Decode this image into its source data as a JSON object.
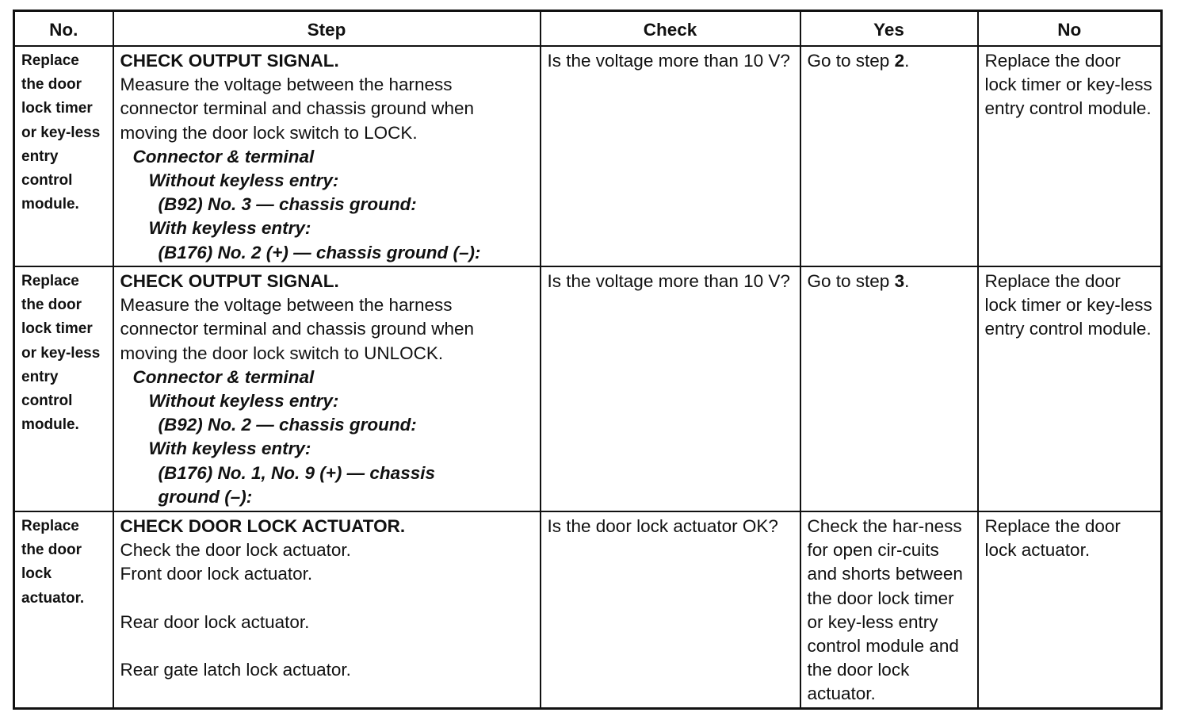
{
  "headers": [
    "No.",
    "Step",
    "Check",
    "Yes",
    "No"
  ],
  "rows": [
    {
      "no": "Replace the door lock timer or key-less entry control module.",
      "step_title": "CHECK OUTPUT SIGNAL.",
      "step_lines": [
        "Measure the voltage between the harness",
        "connector terminal and chassis ground when",
        "moving the door lock switch to LOCK."
      ],
      "conn_label": "Connector & terminal",
      "without_label": "Without keyless entry:",
      "without_value": "(B92) No. 3 — chassis ground:",
      "with_label": "With keyless entry:",
      "with_value_lines": [
        "(B176) No. 2 (+) — chassis ground (–):"
      ],
      "check": "Is the voltage more than 10 V?",
      "yes_prefix": "Go to step ",
      "yes_step": "2",
      "yes_suffix": "."
    },
    {
      "no": "Replace the door lock timer or key-less entry control module.",
      "step_title": "CHECK OUTPUT SIGNAL.",
      "step_lines": [
        "Measure the voltage between the harness",
        "connector terminal and chassis ground when",
        "moving the door lock switch to UNLOCK."
      ],
      "conn_label": "Connector & terminal",
      "without_label": "Without keyless entry:",
      "without_value": "(B92) No. 2 — chassis ground:",
      "with_label": "With keyless entry:",
      "with_value_lines": [
        "(B176) No. 1, No. 9 (+) — chassis",
        "ground (–):"
      ],
      "check": "Is the voltage more than 10 V?",
      "yes_prefix": "Go to step ",
      "yes_step": "3",
      "yes_suffix": "."
    },
    {
      "no": "Replace the door lock actuator.",
      "step_title": "CHECK DOOR LOCK ACTUATOR.",
      "step_lines": [
        "Check the door lock actuator.",
        "Front door lock actuator.",
        "",
        "Rear door lock actuator.",
        "",
        "Rear gate latch lock actuator."
      ],
      "check": "Is the door lock actuator OK?",
      "yes_text": "Check the har-ness for open cir-cuits and shorts between the door lock timer or key-less entry control module and the door lock actuator."
    }
  ]
}
